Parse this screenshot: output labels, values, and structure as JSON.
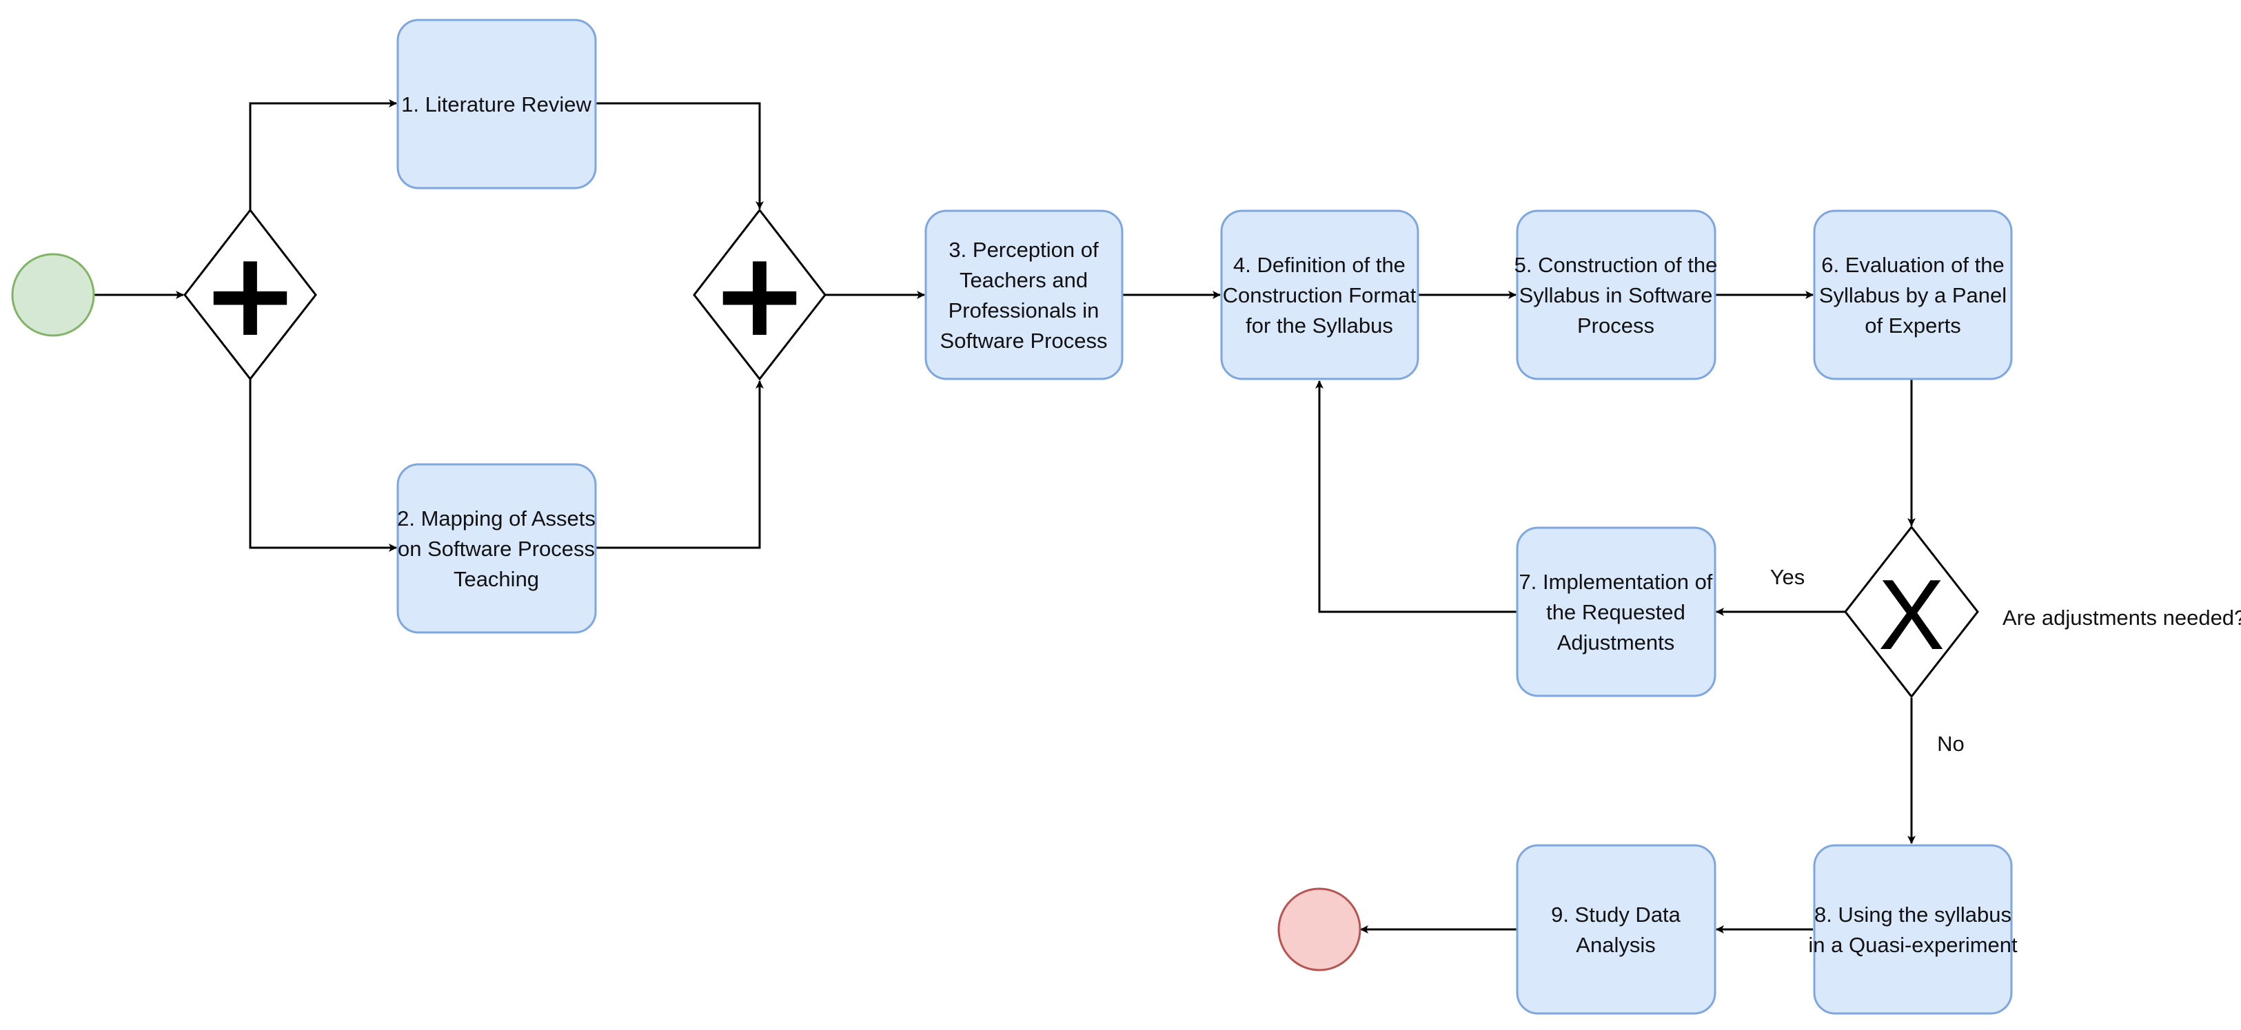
{
  "colors": {
    "task_fill": "#dae8fc",
    "task_border": "#7ea6e0",
    "start_fill": "#d5e8d4",
    "start_border": "#82b366",
    "end_fill": "#f8cecc",
    "end_border": "#b85450"
  },
  "tasks": {
    "t1": [
      "1. Literature Review"
    ],
    "t2": [
      "2. Mapping of Assets",
      "on Software Process",
      "Teaching"
    ],
    "t3": [
      "3. Perception of",
      "Teachers and",
      "Professionals in",
      "Software Process"
    ],
    "t4": [
      "4. Definition of the",
      "Construction Format",
      "for the Syllabus"
    ],
    "t5": [
      "5. Construction of the",
      "Syllabus in Software",
      "Process"
    ],
    "t6": [
      "6. Evaluation of the",
      "Syllabus by a Panel",
      "of Experts"
    ],
    "t7": [
      "7. Implementation of",
      "the Requested",
      "Adjustments"
    ],
    "t8": [
      "8. Using the syllabus",
      "in a Quasi-experiment"
    ],
    "t9": [
      "9. Study Data",
      "Analysis"
    ]
  },
  "gateways": {
    "split": {
      "type": "parallel",
      "symbol": "+"
    },
    "join": {
      "type": "parallel",
      "symbol": "+"
    },
    "decision": {
      "type": "exclusive",
      "symbol": "X",
      "question": "Are adjustments needed?"
    }
  },
  "edge_labels": {
    "yes": "Yes",
    "no": "No"
  }
}
